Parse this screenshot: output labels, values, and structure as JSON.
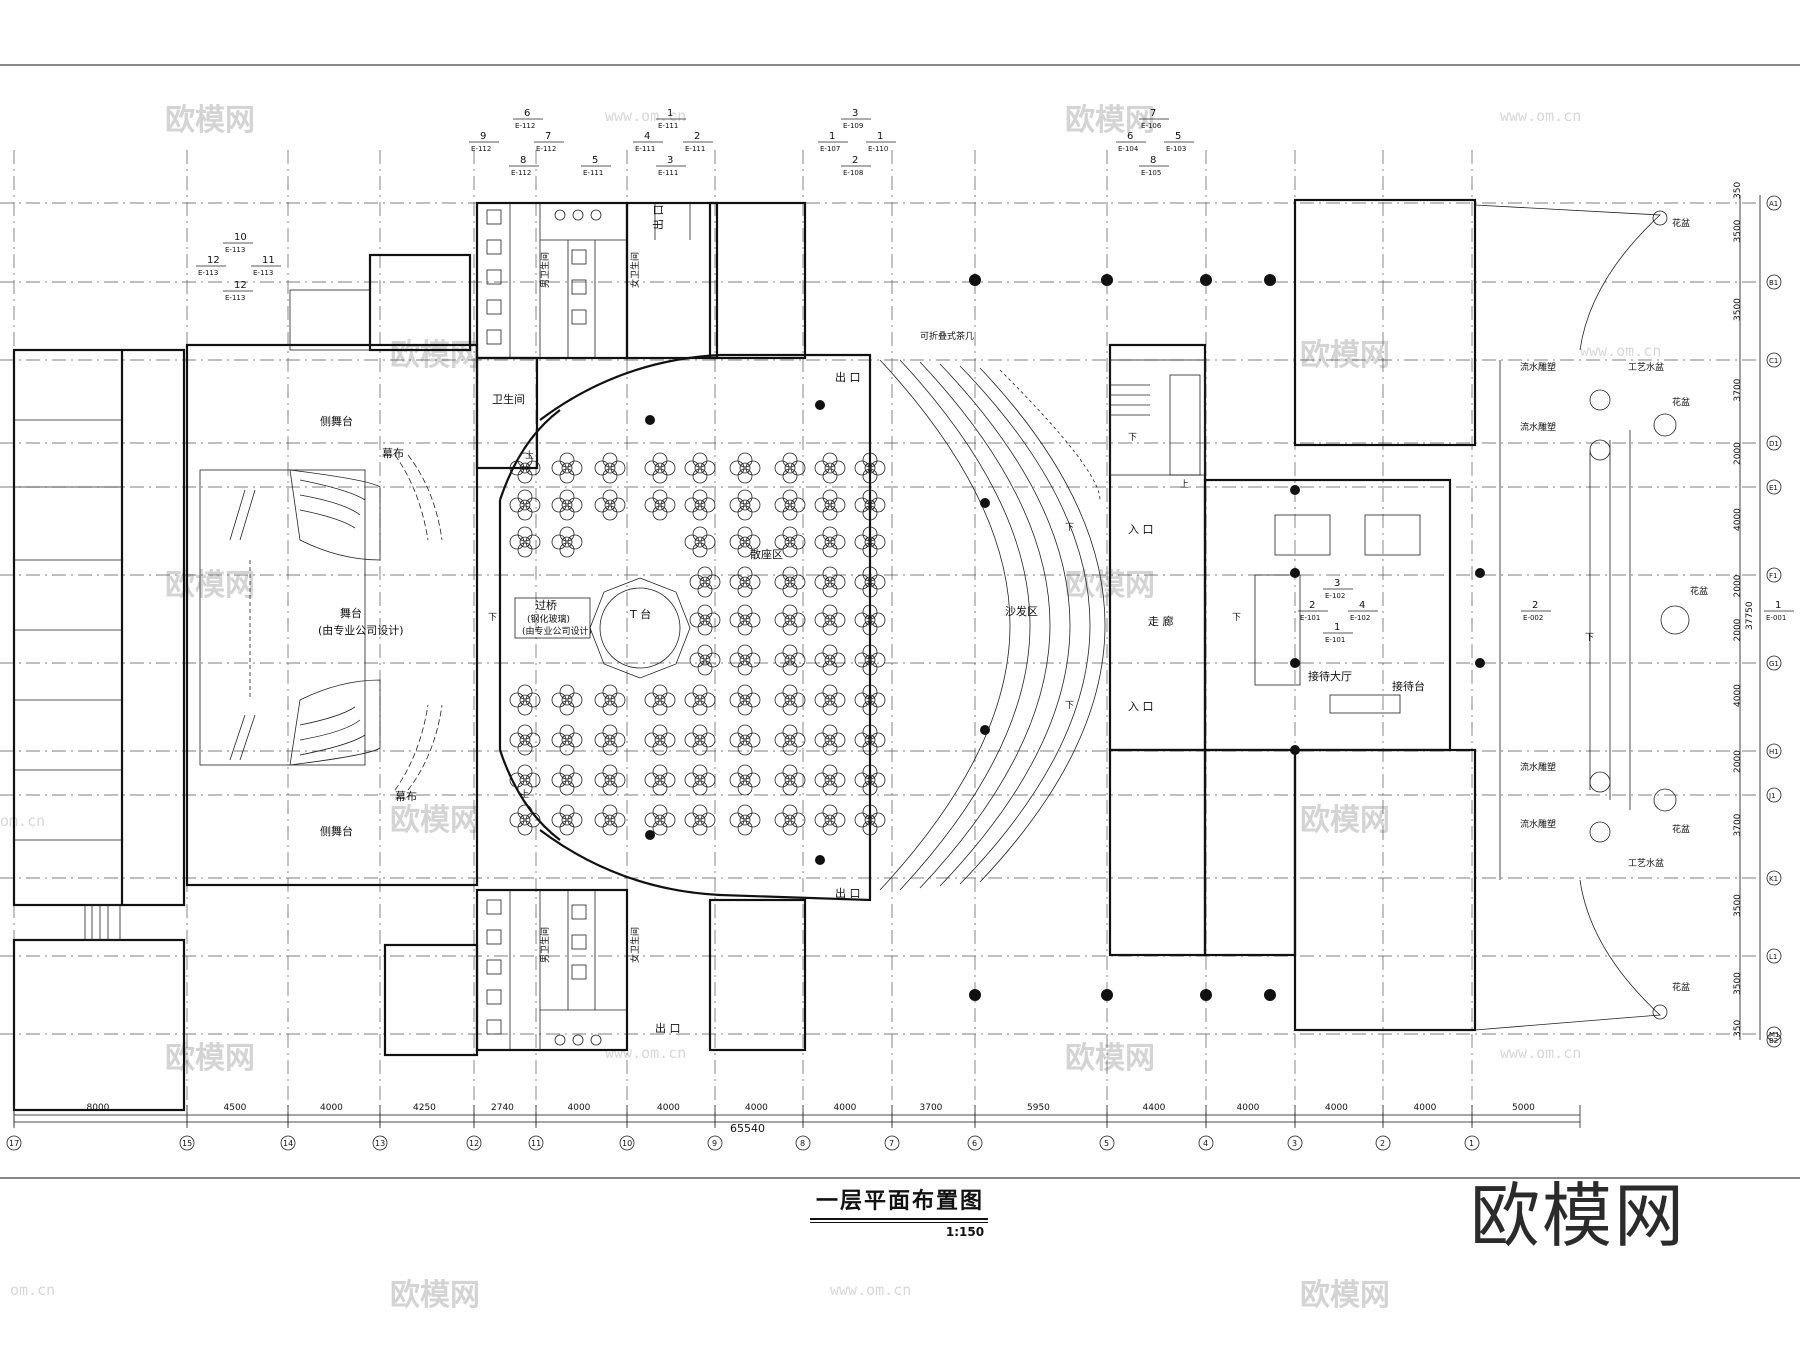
{
  "drawing": {
    "title": "一层平面布置图",
    "scale": "1:150",
    "logo": "欧模网"
  },
  "watermarks": {
    "brand": "欧模网",
    "url": "www.om.cn",
    "url_partial": "om.cn"
  },
  "room_labels": {
    "side_stage": "侧舞台",
    "curtain": "幕布",
    "stage": "舞台",
    "stage_note": "(由专业公司设计)",
    "restroom": "卫生间",
    "mens_restroom": "男卫生间",
    "womens_restroom": "女卫生间",
    "exit": "出 口",
    "bridge": "过桥",
    "bridge_note1": "(钢化玻璃)",
    "bridge_note2": "(由专业公司设计)",
    "t_stage": "T 台",
    "audience": "散座区",
    "sofa": "沙发区",
    "folding_table": "可折叠式茶几",
    "entrance": "入 口",
    "corridor": "走 廊",
    "lobby": "接待大厅",
    "reception_desk": "接待台",
    "flower_pot": "花盆",
    "water_sculpture": "流水雕塑",
    "art_basin": "工艺水盆",
    "up": "上",
    "down": "下"
  },
  "dimensions": {
    "spans": [
      "8000",
      "4500",
      "4000",
      "4250",
      "2740",
      "4000",
      "4000",
      "4000",
      "4000",
      "3700",
      "5950",
      "4400",
      "4000",
      "4000",
      "4000",
      "5000"
    ],
    "total": "65540",
    "vertical": [
      "350",
      "3500",
      "3500",
      "3700",
      "2000",
      "4000",
      "2000",
      "2000",
      "4000",
      "2000",
      "3700",
      "3500",
      "3500",
      "350"
    ],
    "vertical_total": "37750"
  },
  "axes": {
    "bottom": [
      "17",
      "15",
      "14",
      "13",
      "12",
      "11",
      "10",
      "9",
      "8",
      "7",
      "6",
      "5",
      "4",
      "3",
      "2",
      "1"
    ],
    "right": [
      "A1",
      "B1",
      "C1",
      "D1",
      "E1",
      "F1",
      "G1",
      "H1",
      "J1",
      "K1",
      "L1",
      "M1",
      "B2"
    ]
  },
  "callouts": [
    {
      "num": "6",
      "ref": "E-112"
    },
    {
      "num": "9",
      "ref": "E-112"
    },
    {
      "num": "7",
      "ref": "E-112"
    },
    {
      "num": "8",
      "ref": "E-112"
    },
    {
      "num": "5",
      "ref": "E-111"
    },
    {
      "num": "1",
      "ref": "E-111"
    },
    {
      "num": "4",
      "ref": "E-111"
    },
    {
      "num": "2",
      "ref": "E-111"
    },
    {
      "num": "3",
      "ref": "E-111"
    },
    {
      "num": "3",
      "ref": "E-109"
    },
    {
      "num": "1",
      "ref": "E-107"
    },
    {
      "num": "1",
      "ref": "E-110"
    },
    {
      "num": "2",
      "ref": "E-108"
    },
    {
      "num": "7",
      "ref": "E-106"
    },
    {
      "num": "6",
      "ref": "E-104"
    },
    {
      "num": "5",
      "ref": "E-103"
    },
    {
      "num": "8",
      "ref": "E-105"
    },
    {
      "num": "10",
      "ref": "E-113"
    },
    {
      "num": "12",
      "ref": "E-113"
    },
    {
      "num": "11",
      "ref": "E-113"
    },
    {
      "num": "12",
      "ref": "E-113"
    },
    {
      "num": "3",
      "ref": "E-102"
    },
    {
      "num": "2",
      "ref": "E-101"
    },
    {
      "num": "4",
      "ref": "E-102"
    },
    {
      "num": "1",
      "ref": "E-101"
    },
    {
      "num": "2",
      "ref": "E-002"
    },
    {
      "num": "1",
      "ref": "E-001"
    }
  ]
}
